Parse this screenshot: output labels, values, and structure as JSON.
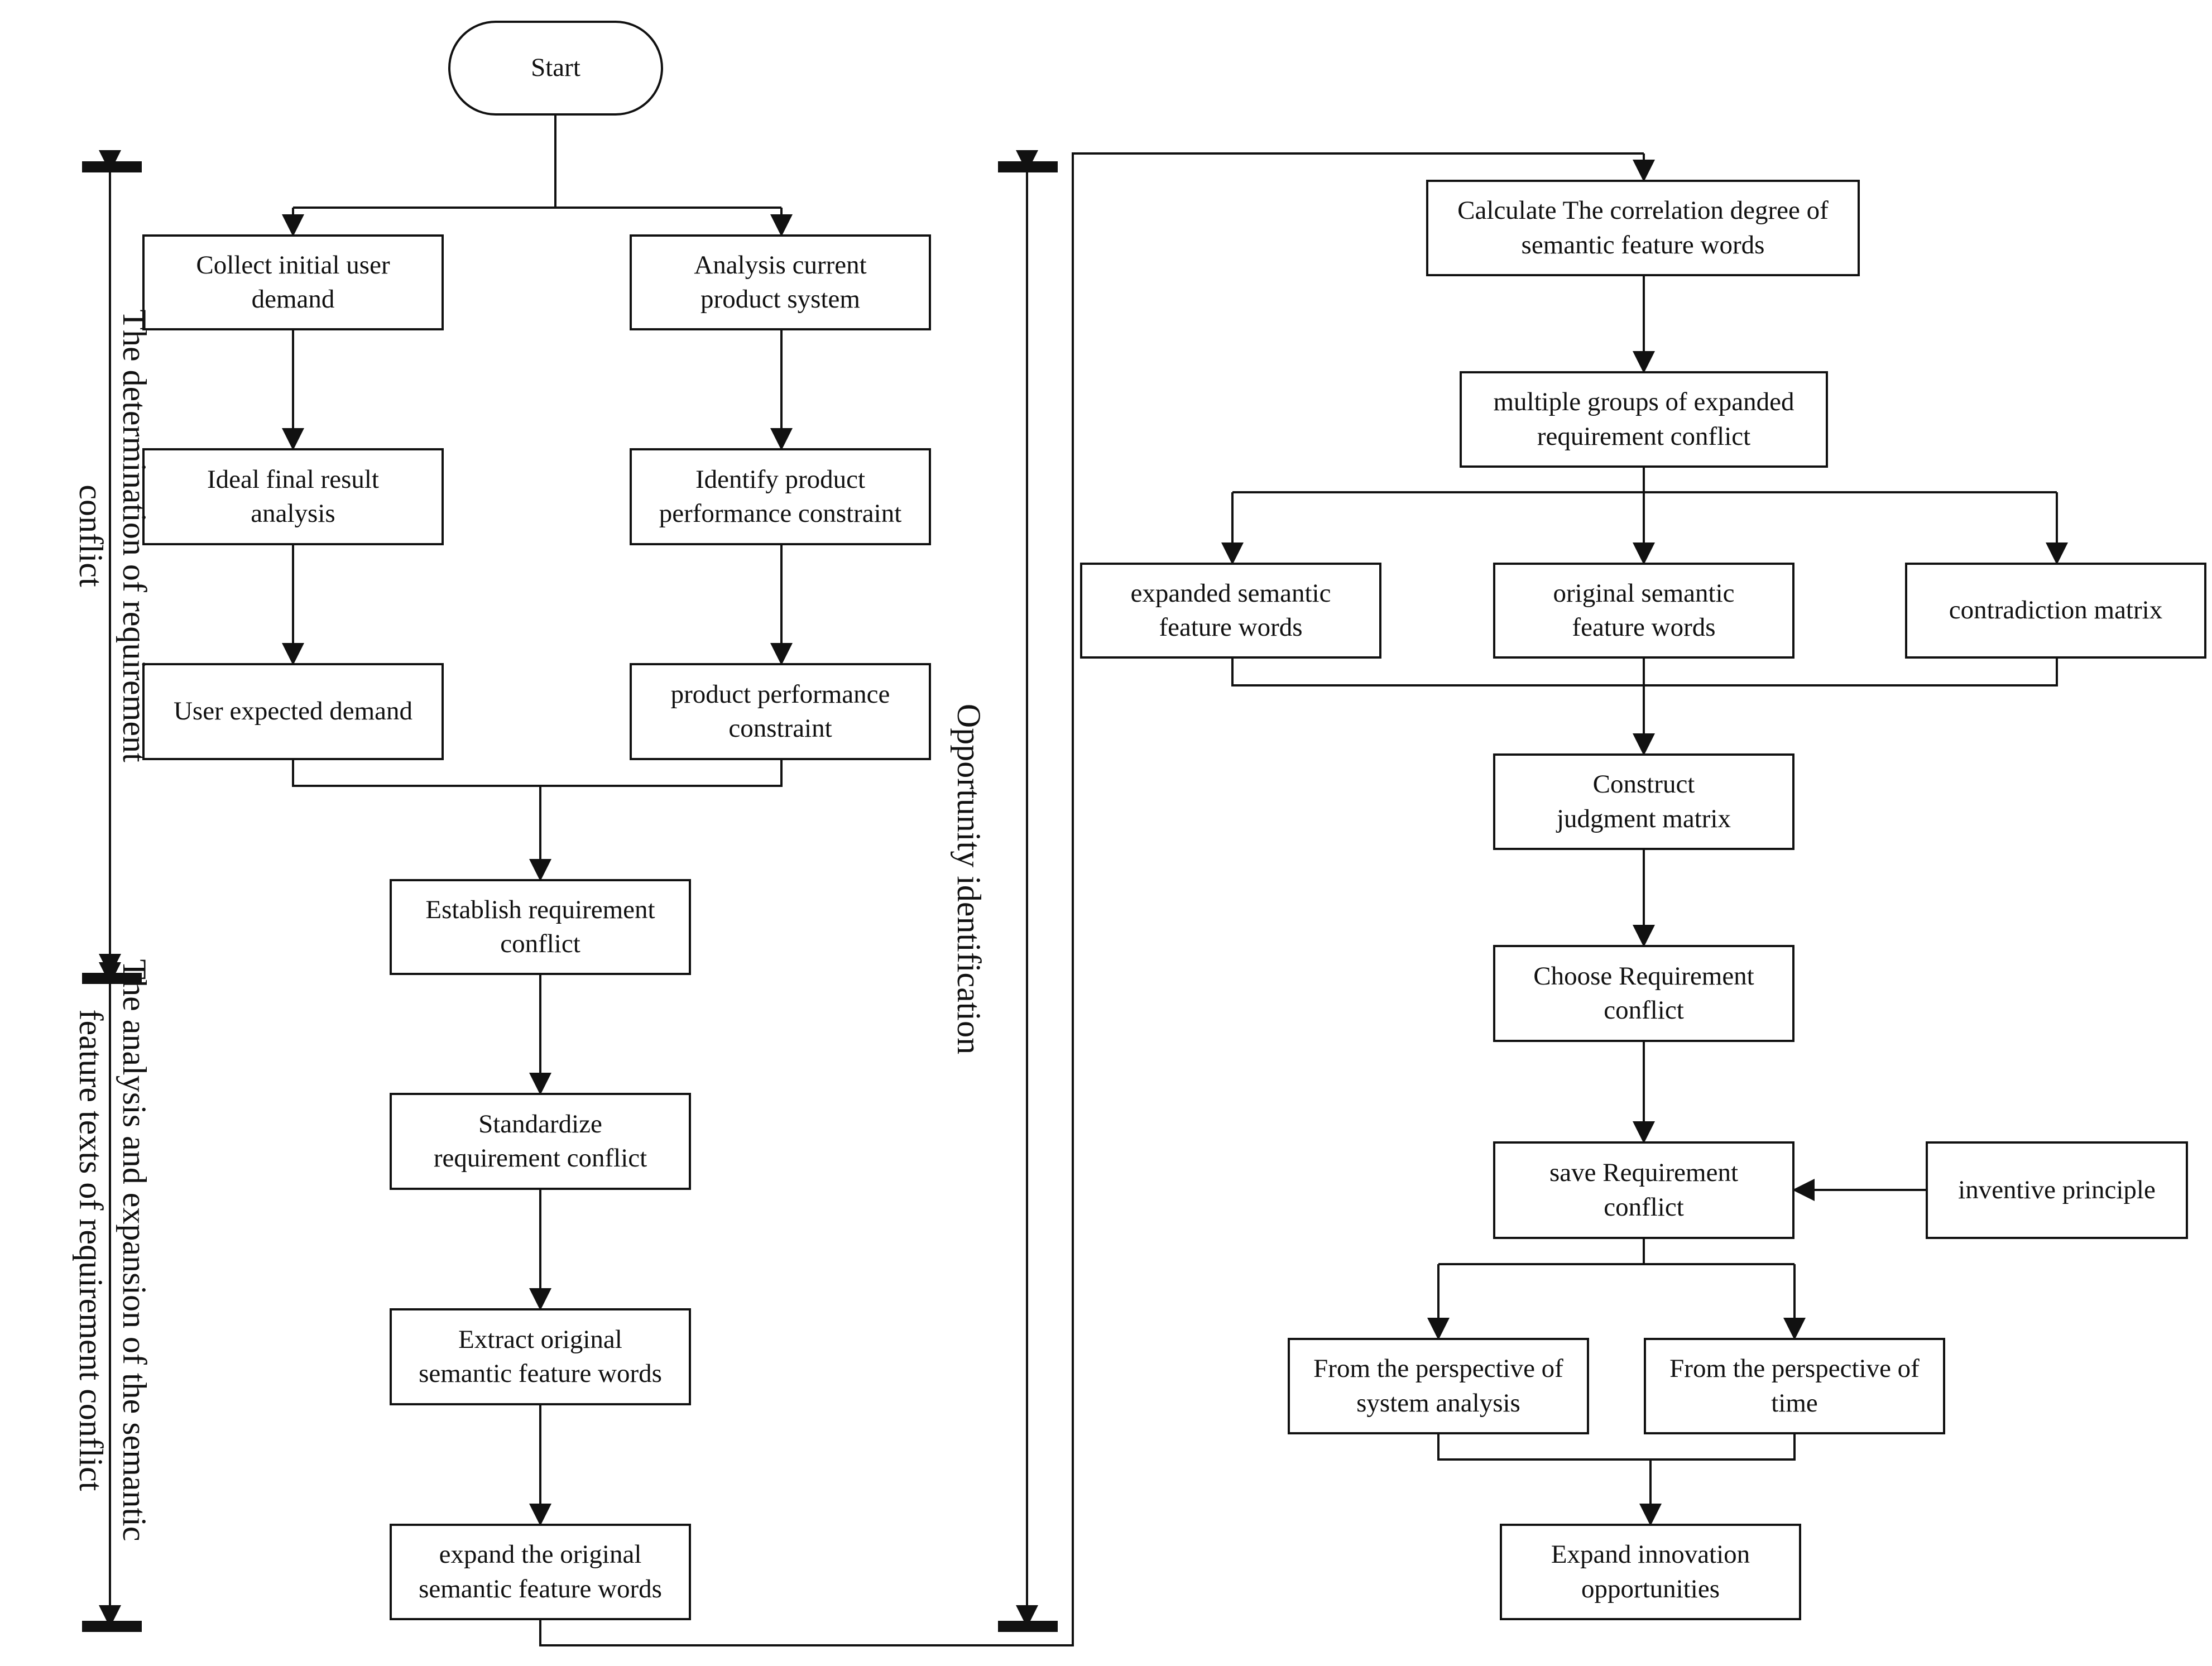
{
  "nodes": {
    "start": "Start",
    "collect": "Collect initial user\ndemand",
    "analysis": "Analysis current\nproduct system",
    "ideal": "Ideal final result\nanalysis",
    "identify": "Identify product\nperformance constraint",
    "user_expected": "User expected demand",
    "ppc": "product performance\nconstraint",
    "establish": "Establish requirement\nconflict",
    "standardize": "Standardize\nrequirement conflict",
    "extract": "Extract original\nsemantic feature words",
    "expand_orig": "expand the original\nsemantic feature words",
    "calc": "Calculate The correlation degree of\nsemantic feature words",
    "multi": "multiple groups of expanded\nrequirement conflict",
    "expanded_sfw": "expanded  semantic\nfeature words",
    "original_sfw": "original semantic\nfeature words",
    "contradiction": "contradiction matrix",
    "construct": "Construct\njudgment matrix",
    "choose": "Choose Requirement\nconflict",
    "save": "save Requirement\nconflict",
    "inventive": "inventive principle",
    "sys_analysis": "From the perspective of\nsystem analysis",
    "time": "From the perspective of\ntime",
    "expand_innov": "Expand innovation\nopportunities"
  },
  "phases": {
    "determination": "The determination of requirement\nconflict",
    "analysis": "The analysis and expansion of the semantic\nfeature texts of requirement conflict",
    "opportunity": "Opportunity identification"
  }
}
